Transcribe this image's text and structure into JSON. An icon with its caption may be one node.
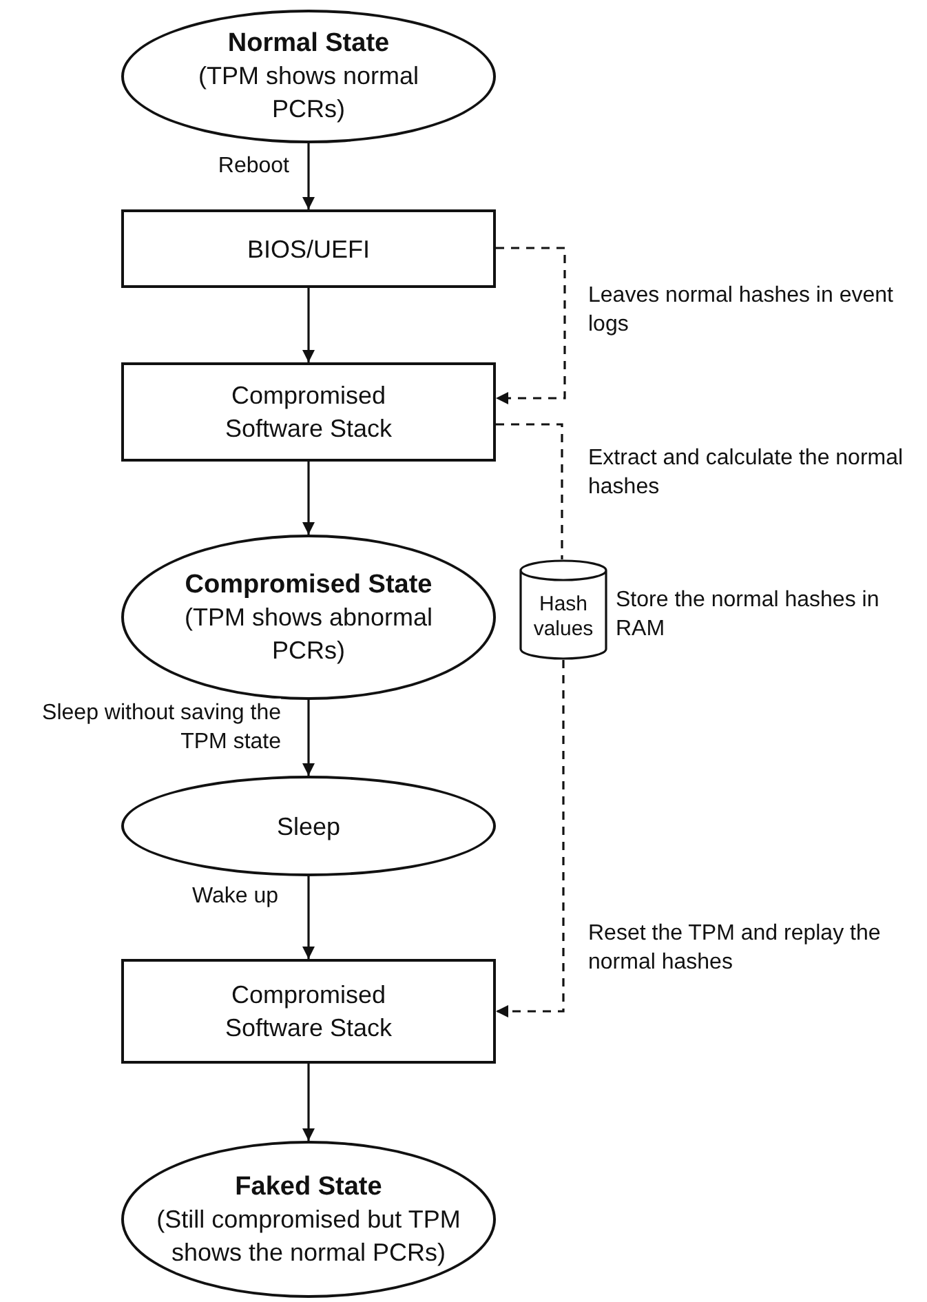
{
  "diagram": {
    "nodes": [
      {
        "text": [
          "Normal State",
          "(TPM shows normal PCRs)"
        ]
      },
      {
        "text": [
          "BIOS/UEFI"
        ]
      },
      {
        "text": [
          "Compromised Software Stack"
        ]
      },
      {
        "text": [
          "Compromised State",
          "(TPM shows abnormal PCRs)"
        ]
      },
      {
        "text": [
          "Sleep"
        ]
      },
      {
        "text": [
          "Compromised Software Stack"
        ]
      },
      {
        "text": [
          "Faked State",
          "(Still compromised but TPM shows the normal PCRs)"
        ]
      },
      {
        "text": [
          "Hash values"
        ],
        "beside": [
          "Store the normal hashes in RAM"
        ]
      }
    ],
    "edges": [
      {
        "from": 0,
        "to": 1,
        "arrow": "to",
        "label": "Reboot"
      },
      {
        "from": 1,
        "to": 2,
        "arrow": "to"
      },
      {
        "from": 2,
        "to": 3,
        "arrow": "to"
      },
      {
        "from": 3,
        "to": 4,
        "arrow": "to",
        "label": "Sleep without saving the TPM state"
      },
      {
        "from": 4,
        "to": 5,
        "arrow": "to",
        "label": "Wake up"
      },
      {
        "from": 5,
        "to": 6,
        "arrow": "to"
      },
      {
        "from": 1,
        "to": 2,
        "arrow": "to",
        "style": "dashed",
        "label": "Leaves normal hashes in event logs"
      },
      {
        "from": 2,
        "to": 7,
        "arrow": "none",
        "style": "dashed",
        "label": "Extract and calculate the normal hashes"
      },
      {
        "from": 7,
        "to": 5,
        "arrow": "to",
        "style": "dashed",
        "label": "Reset the TPM and replay the normal hashes"
      }
    ]
  }
}
